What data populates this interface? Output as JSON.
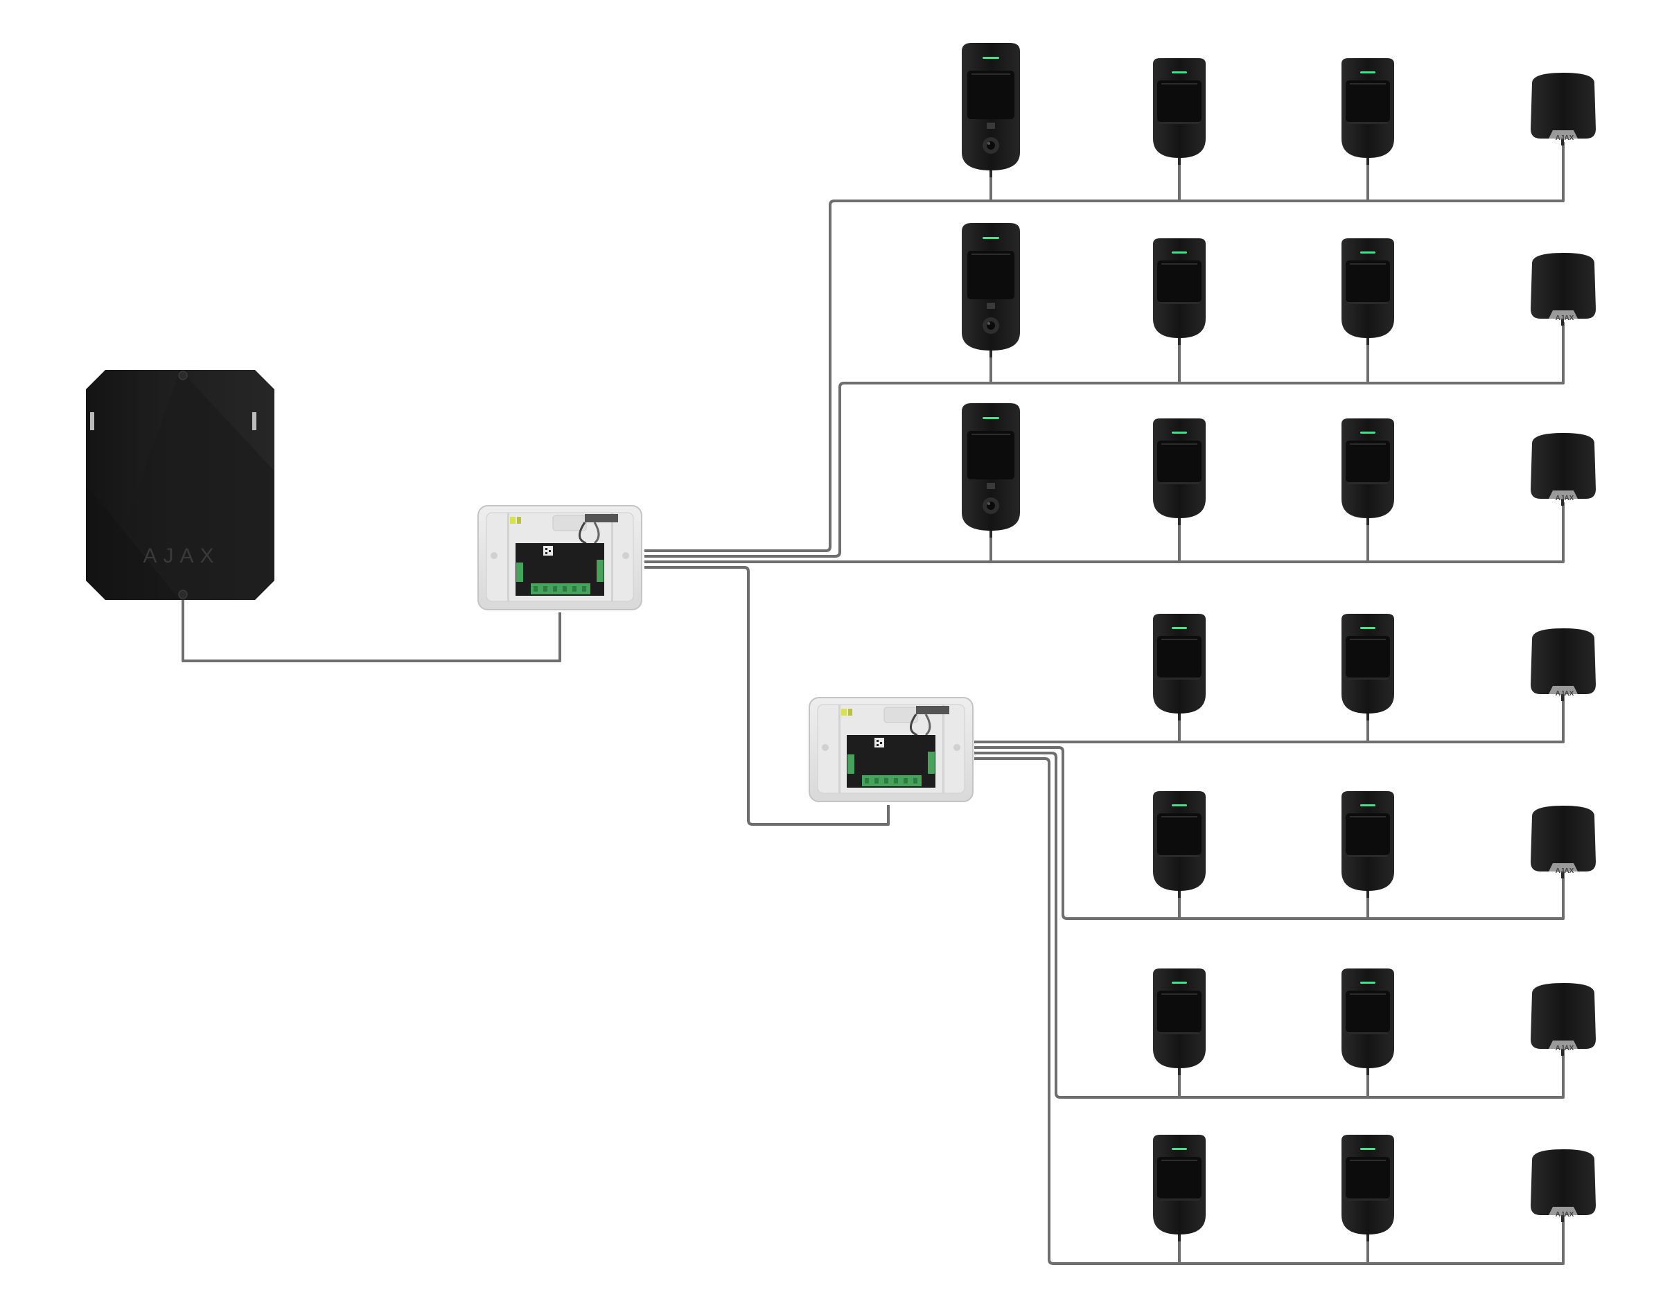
{
  "diagram": {
    "hub": {
      "device": "hub",
      "logo": "AJAX"
    },
    "modules": [
      {
        "id": "module-1"
      },
      {
        "id": "module-2"
      }
    ],
    "rows": [
      [
        "camera",
        "motion",
        "motion",
        "siren"
      ],
      [
        "camera",
        "motion",
        "motion",
        "siren"
      ],
      [
        "camera",
        "motion",
        "motion",
        "siren"
      ],
      [
        "motion",
        "motion",
        "siren"
      ],
      [
        "motion",
        "motion",
        "siren"
      ],
      [
        "motion",
        "motion",
        "siren"
      ],
      [
        "motion",
        "motion",
        "siren"
      ]
    ],
    "siren_brand": "AJAX",
    "colors": {
      "background": "#ffffff",
      "wire": "#6e6e6e",
      "device_body": "#1c1c1c",
      "led": "#3ee68a",
      "module_case": "#e3e3e3",
      "terminal": "#46a35c"
    }
  }
}
